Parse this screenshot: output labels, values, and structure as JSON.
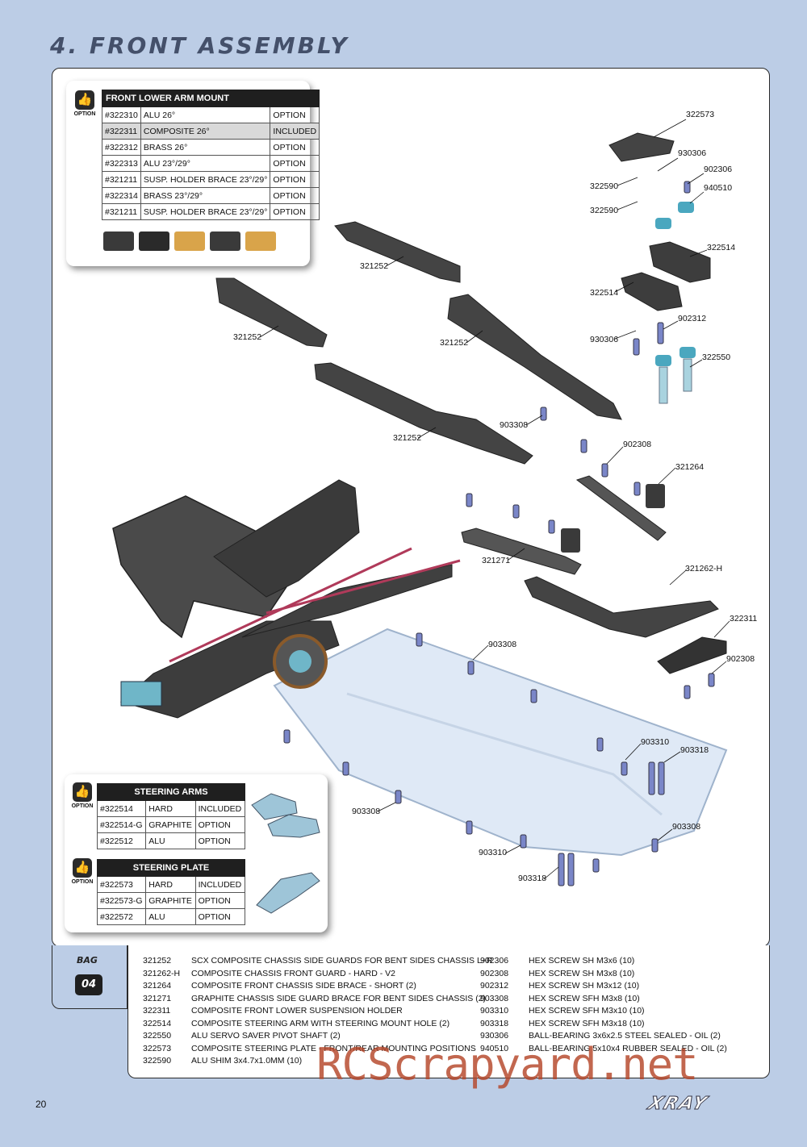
{
  "page": {
    "title": "4. FRONT ASSEMBLY",
    "page_number": "20",
    "brand": "XRAY",
    "watermark": "RCScrapyard.net"
  },
  "option_icon": {
    "label": "OPTION"
  },
  "lower_arm_mount": {
    "title": "FRONT LOWER ARM MOUNT",
    "rows": [
      {
        "code": "#322310",
        "desc": "ALU 26°",
        "status": "OPTION"
      },
      {
        "code": "#322311",
        "desc": "COMPOSITE 26°",
        "status": "INCLUDED"
      },
      {
        "code": "#322312",
        "desc": "BRASS 26°",
        "status": "OPTION"
      },
      {
        "code": "#322313",
        "desc": "ALU 23°/29°",
        "status": "OPTION"
      },
      {
        "code": "#321211",
        "desc": "SUSP. HOLDER BRACE 23°/29°",
        "status": "OPTION"
      },
      {
        "code": "#322314",
        "desc": "BRASS 23°/29°",
        "status": "OPTION"
      },
      {
        "code": "#321211",
        "desc": "SUSP. HOLDER BRACE 23°/29°",
        "status": "OPTION"
      }
    ]
  },
  "steering_arms": {
    "title": "STEERING ARMS",
    "rows": [
      {
        "code": "#322514",
        "desc": "HARD",
        "status": "INCLUDED"
      },
      {
        "code": "#322514-G",
        "desc": "GRAPHITE",
        "status": "OPTION"
      },
      {
        "code": "#322512",
        "desc": "ALU",
        "status": "OPTION"
      }
    ]
  },
  "steering_plate": {
    "title": "STEERING PLATE",
    "rows": [
      {
        "code": "#322573",
        "desc": "HARD",
        "status": "INCLUDED"
      },
      {
        "code": "#322573-G",
        "desc": "GRAPHITE",
        "status": "OPTION"
      },
      {
        "code": "#322572",
        "desc": "ALU",
        "status": "OPTION"
      }
    ]
  },
  "callouts": [
    "322573",
    "930306",
    "902306",
    "322590",
    "940510",
    "322590",
    "322514",
    "322514",
    "902312",
    "930306",
    "322550",
    "321252",
    "321252",
    "321252",
    "321252",
    "903308",
    "902308",
    "321264",
    "321271",
    "321262-H",
    "903308",
    "322311",
    "902308",
    "903310",
    "903318",
    "903308",
    "903308",
    "903310",
    "903318"
  ],
  "bag": {
    "label": "BAG",
    "number": "04"
  },
  "parts_left": [
    {
      "code": "321252",
      "desc": "SCX COMPOSITE CHASSIS SIDE GUARDS FOR BENT SIDES CHASSIS L+R"
    },
    {
      "code": "321262-H",
      "desc": "COMPOSITE CHASSIS FRONT GUARD - HARD - V2"
    },
    {
      "code": "321264",
      "desc": "COMPOSITE FRONT CHASSIS SIDE BRACE - SHORT (2)"
    },
    {
      "code": "321271",
      "desc": "GRAPHITE CHASSIS SIDE GUARD BRACE FOR BENT SIDES CHASSIS (2)"
    },
    {
      "code": "322311",
      "desc": "COMPOSITE FRONT LOWER SUSPENSION HOLDER"
    },
    {
      "code": "322514",
      "desc": "COMPOSITE STEERING ARM WITH STEERING MOUNT HOLE (2)"
    },
    {
      "code": "322550",
      "desc": "ALU SERVO SAVER PIVOT SHAFT (2)"
    },
    {
      "code": "322573",
      "desc": "COMPOSITE STEERING PLATE - FRONT/REAR MOUNTING POSITIONS"
    },
    {
      "code": "322590",
      "desc": "ALU SHIM 3x4.7x1.0MM (10)"
    }
  ],
  "parts_right": [
    {
      "code": "902306",
      "desc": "HEX SCREW  SH M3x6  (10)"
    },
    {
      "code": "902308",
      "desc": "HEX SCREW  SH M3x8  (10)"
    },
    {
      "code": "902312",
      "desc": "HEX SCREW  SH M3x12  (10)"
    },
    {
      "code": "903308",
      "desc": "HEX SCREW  SFH M3x8  (10)"
    },
    {
      "code": "903310",
      "desc": "HEX SCREW  SFH M3x10  (10)"
    },
    {
      "code": "903318",
      "desc": "HEX SCREW  SFH M3x18  (10)"
    },
    {
      "code": "930306",
      "desc": "BALL-BEARING 3x6x2.5 STEEL SEALED - OIL (2)"
    },
    {
      "code": "940510",
      "desc": "BALL-BEARING 5x10x4 RUBBER SEALED - OIL (2)"
    }
  ],
  "colors": {
    "page_bg": "#bccde6",
    "part_dark": "#3a3a3a",
    "part_alu_blue": "#6fb6c8",
    "chassis_plate": "#dfe9f6",
    "linkage": "#b03a5a"
  }
}
